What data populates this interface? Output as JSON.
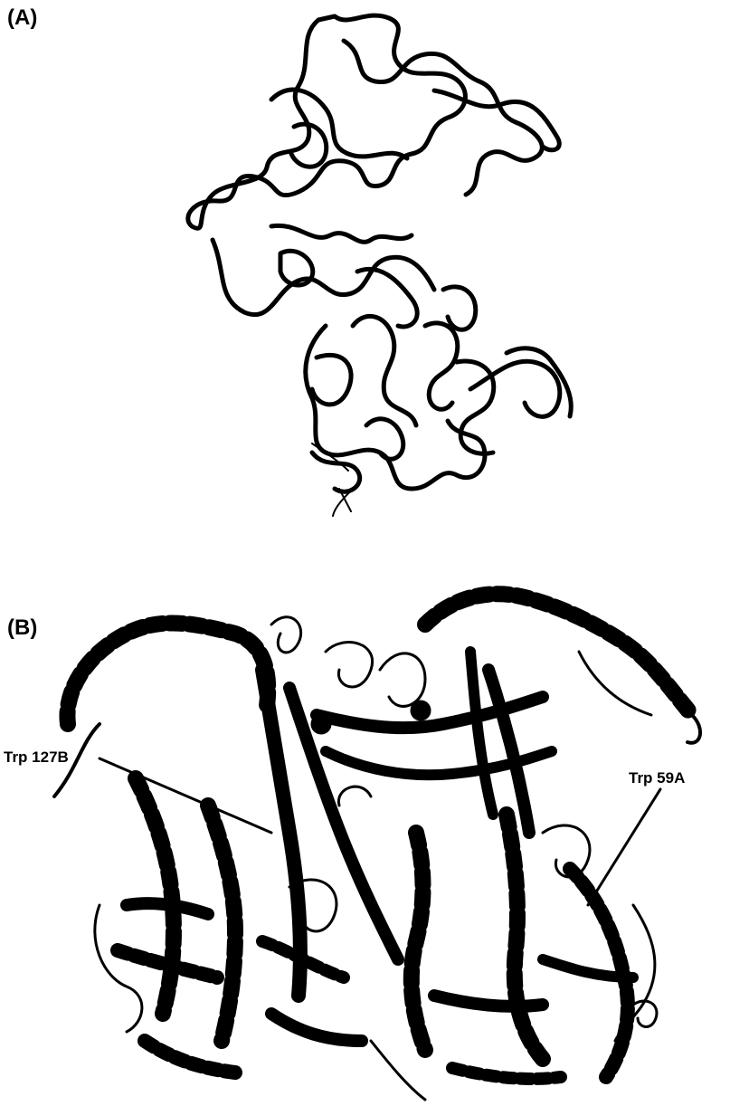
{
  "panels": [
    {
      "label": "(A)"
    },
    {
      "label": "(B)"
    }
  ],
  "callouts": {
    "left": "Trp  127B",
    "right": "Trp 59A"
  },
  "colors": {
    "ink": "#000000",
    "paper": "#ffffff"
  }
}
